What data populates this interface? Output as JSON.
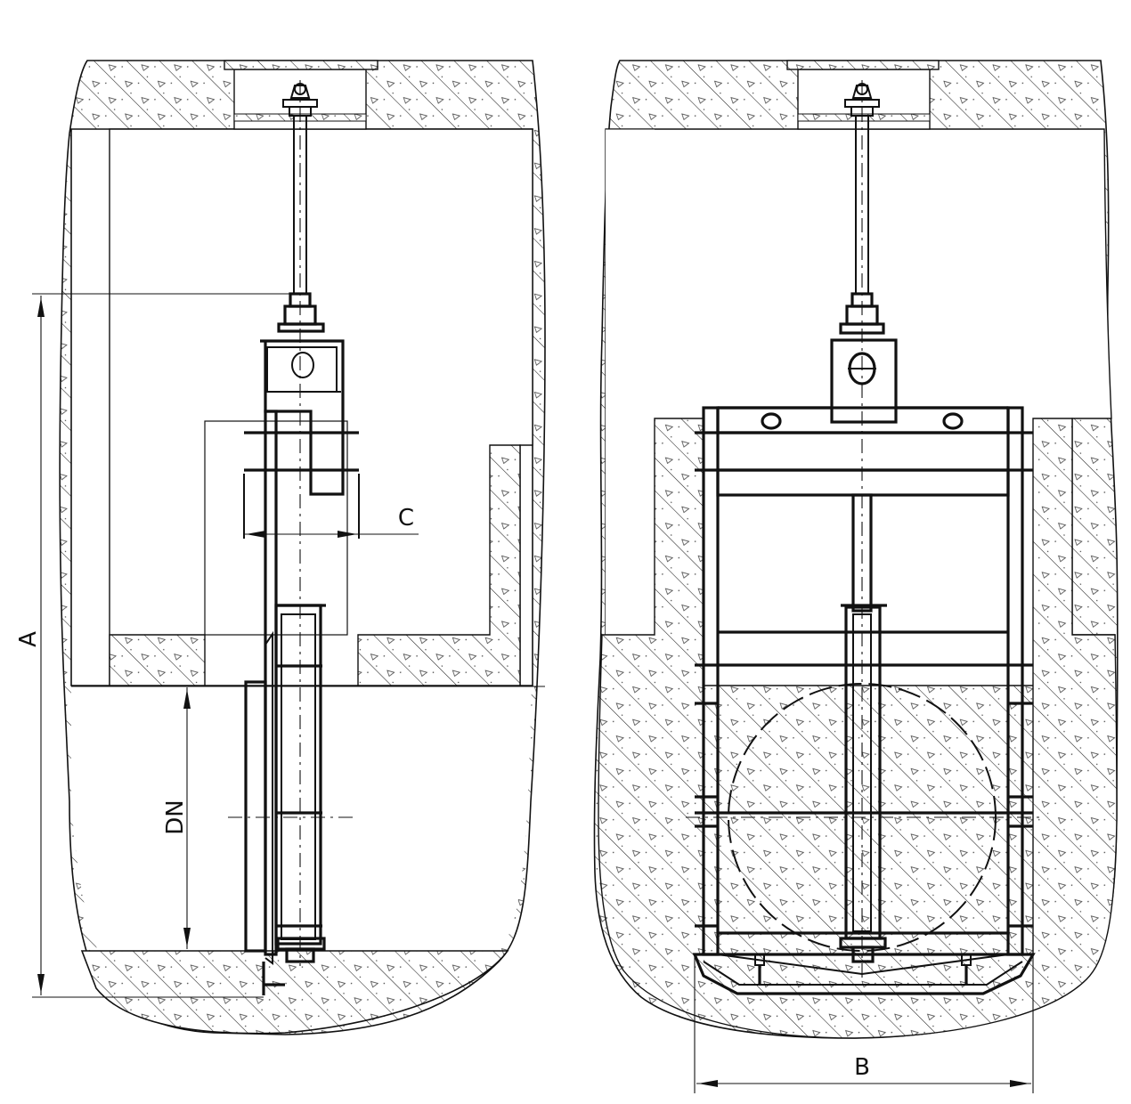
{
  "drawing": {
    "dimensions": {
      "A": "A",
      "B": "B",
      "C": "C",
      "DN": "DN"
    }
  }
}
